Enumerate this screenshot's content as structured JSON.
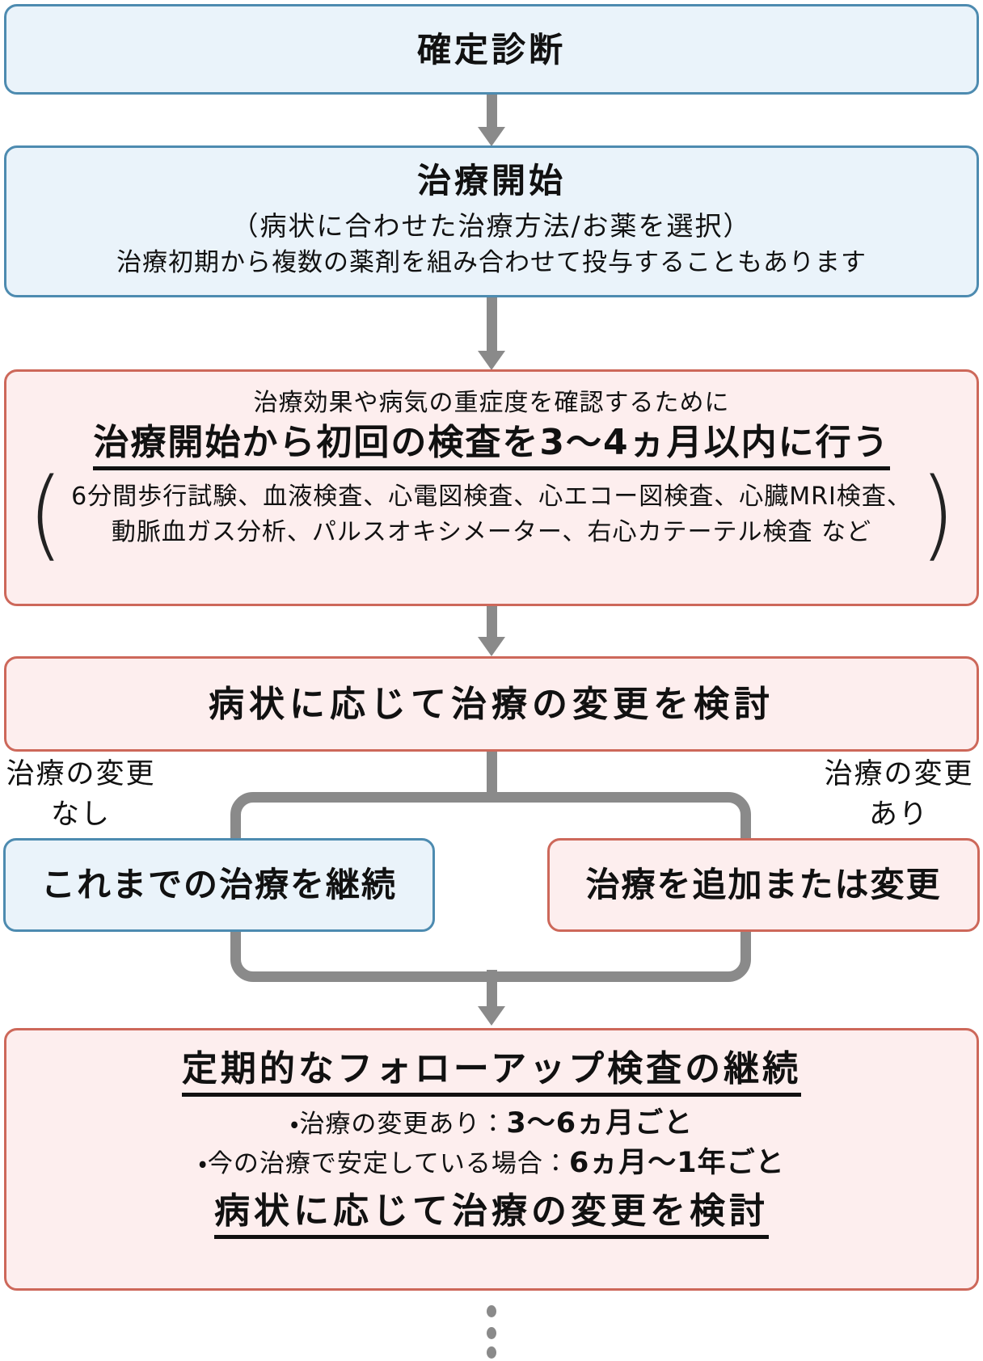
{
  "flow": {
    "diagnosis": {
      "title": "確定診断"
    },
    "start": {
      "title": "治療開始",
      "subtitle": "（病状に合わせた治療方法/お薬を選択）",
      "note": "治療初期から複数の薬剤を組み合わせて投与することもあります"
    },
    "first_exam": {
      "lead": "治療効果や病気の重症度を確認するために",
      "headline": "治療開始から初回の検査を3〜4ヵ月以内に行う",
      "paren_open": "(",
      "paren_close": ")",
      "tests_line1": "6分間歩行試験、血液検査、心電図検査、心エコー図検査、心臓MRI検査、",
      "tests_line2": "動脈血ガス分析、パルスオキシメーター、右心カテーテル検査 など"
    },
    "review": {
      "title": "病状に応じて治療の変更を検討"
    },
    "branch": {
      "no_change_line1": "治療の変更",
      "no_change_line2": "なし",
      "with_change_line1": "治療の変更",
      "with_change_line2": "あり",
      "continue_box": "これまでの治療を継続",
      "modify_box": "治療を追加または変更"
    },
    "follow_up": {
      "title": "定期的なフォローアップ検査の継続",
      "item1_label": "・治療の変更あり：",
      "item1_value": "3〜6ヵ月ごと",
      "item2_label": "・今の治療で安定している場合：",
      "item2_value": "6ヵ月〜1年ごと",
      "footer": "病状に応じて治療の変更を検討"
    }
  },
  "colors": {
    "blue_fill": "#eaf3fa",
    "blue_border": "#4d8bb0",
    "pink_fill": "#fdeeee",
    "pink_border": "#cd685a",
    "connector_gray": "#8a8a8a",
    "text": "#111111"
  }
}
